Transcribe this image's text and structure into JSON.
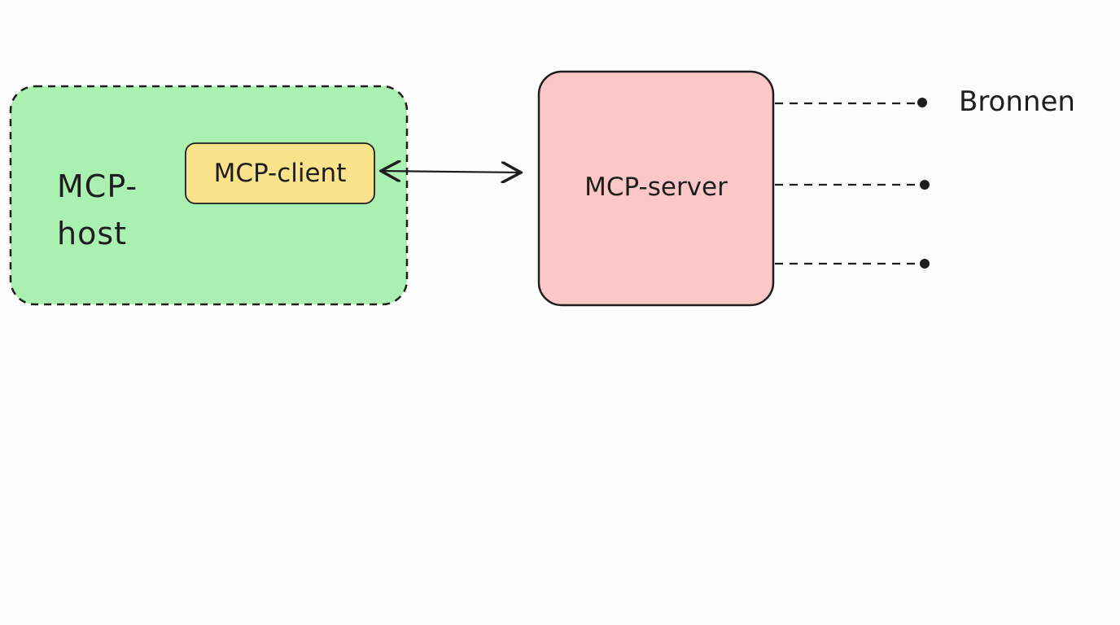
{
  "host": {
    "label": "MCP-host",
    "label_line1": "MCP-",
    "label_line2": "host",
    "fill": "#a9f0b1",
    "border": "#1e1e1e"
  },
  "client": {
    "label": "MCP-client",
    "fill": "#fbe38c"
  },
  "server": {
    "label": "MCP-server",
    "fill": "#fcc7c7"
  },
  "sources": {
    "label": "Bronnen",
    "count": 3
  },
  "colors": {
    "stroke": "#1e1e1e",
    "background": "#fdfdfd"
  }
}
